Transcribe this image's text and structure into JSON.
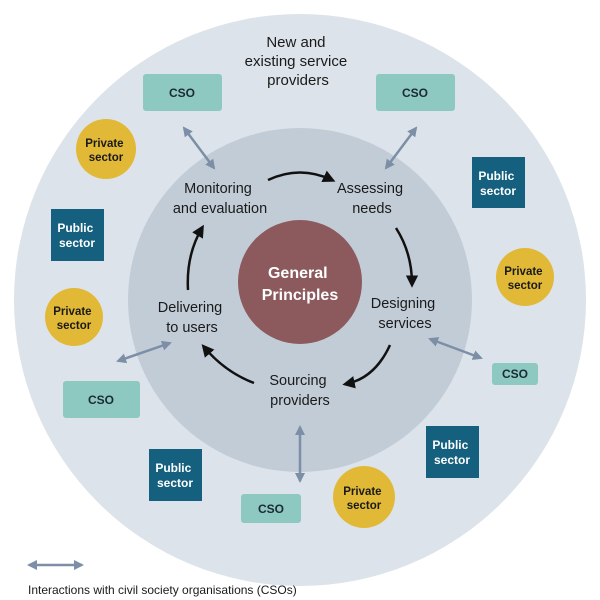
{
  "outer_title": [
    "New and",
    "existing service",
    "providers"
  ],
  "center": [
    "General",
    "Principles"
  ],
  "cycle": {
    "monitoring": [
      "Monitoring",
      "and evaluation"
    ],
    "assessing": [
      "Assessing",
      "needs"
    ],
    "designing": [
      "Designing",
      "services"
    ],
    "sourcing": [
      "Sourcing",
      "providers"
    ],
    "delivering": [
      "Delivering",
      "to users"
    ]
  },
  "actors": {
    "cso": "CSO",
    "public": [
      "Public",
      "sector"
    ],
    "private": [
      "Private",
      "sector"
    ]
  },
  "legend": {
    "label": "Interactions with civil society organisations (CSOs)"
  },
  "colors": {
    "outer_ring": "#dde3ea",
    "inner_ring": "#c2ccd7",
    "center": "#8c5a5d",
    "cso": "#8ec9c1",
    "public": "#14607e",
    "private": "#e1b937",
    "arrow": "#7c8fa7"
  }
}
